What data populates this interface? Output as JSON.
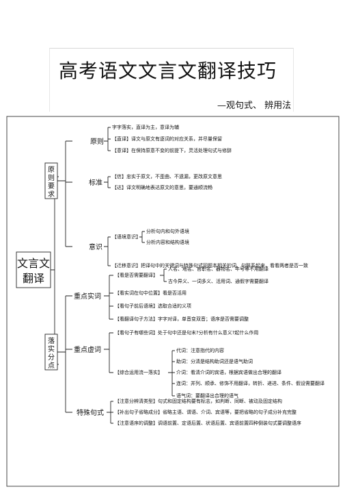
{
  "header": {
    "title": "高考语文文言文翻译技巧",
    "subtitle": "—观句式、 辨用法"
  },
  "diagram": {
    "root": "文言文\n翻译",
    "groups": [
      {
        "label": "原则要求",
        "label_chars": [
          "原",
          "则",
          "要",
          "求"
        ]
      },
      {
        "label": "落实分点",
        "label_chars": [
          "落",
          "实",
          "分",
          "点"
        ]
      }
    ],
    "yuanze": {
      "label": "原则",
      "items": [
        "字字落实，直译为主，意译为辅",
        "【直译】译文与原文有逐词的对应关系，并尽量保留",
        "【意译】在保持原意不变的前提下，灵活处理句式与修辞"
      ]
    },
    "biaozhun": {
      "label": "标准",
      "items": [
        "【信】忠实于原文，不歪曲、不遗漏，更改原文意思",
        "【达】译文明确地表达原文的意思，要通顺流畅"
      ]
    },
    "yishi": {
      "label": "意识",
      "yujing_label": "【语境意识】",
      "yujing_items": [
        "分析句内和句外语境",
        "分析内容和结构语境"
      ],
      "qianyi": "【迁移意识】把译句中的关键词与特殊句式回题本相关的词、句联系起来，看看两者是否一致"
    },
    "shici": {
      "label": "重点实词",
      "fanyi_label": "【看是否需要翻译】",
      "fanyi_items": [
        "人名、地名、官职名、器物名、年号等不用翻译",
        "古今异义、一词多义、活用词、通假字需要翻译"
      ],
      "items": [
        "【看实词在句中位置】看是否活用",
        "【看句子前后语境】选取合适的义项",
        "【看翻译句子方法】字字对译，单音变双音；语序是否需要调整"
      ]
    },
    "xuci": {
      "label": "重点虚词",
      "first": "【看句子有哪些词】处于句中还是句末?分析有什么意义?起什么作用",
      "zonghe_label": "【综合运用流一落实】",
      "zonghe_items": [
        "代词：注意指代的内容",
        "助词：分清是结构助词还是语气助词",
        "介词：看清介词的宾语，根据宾语做出合理的翻译",
        "连词：并列、顺承、修饰不用翻译，转折、递进、条件、假设需要翻译",
        "语气词：要翻译出合理的语气"
      ]
    },
    "teshu": {
      "label": "特殊句式",
      "items": [
        "【注意分辨清类型】句式和固定结构要有标志，如判断、同断、被动及固定结构",
        "【补出句子省略成分】省略主语、谓语、介词、宾语等，要把省略的句子成分补充完整",
        "【注意语序的调整】调语前置、定语后置、状语后置、宾语前置四种倒装句式要调整语序"
      ]
    }
  }
}
